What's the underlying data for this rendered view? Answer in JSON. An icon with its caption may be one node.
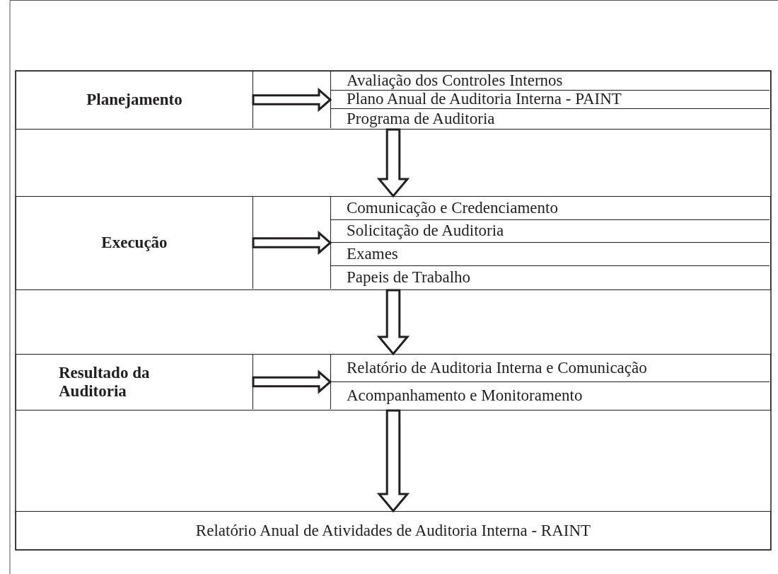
{
  "diagram": {
    "nodes": [
      {
        "text": [],
        "shape": "box"
      },
      {
        "text": [
          "Planejamento"
        ],
        "in": 0
      },
      {
        "text": [],
        "shape": "box",
        "in": 0
      },
      {
        "text": [
          "Avaliação dos Controles Internos"
        ],
        "in": 2
      },
      {
        "text": [
          "Plano Anual de Auditoria Interna - PAINT"
        ],
        "in": 2
      },
      {
        "text": [
          "Programa de Auditoria"
        ],
        "in": 2
      },
      {
        "text": [],
        "shape": "box"
      },
      {
        "text": [
          "Execução"
        ],
        "in": 6
      },
      {
        "text": [],
        "shape": "box",
        "in": 6
      },
      {
        "text": [
          "Comunicação e Credenciamento"
        ],
        "in": 8
      },
      {
        "text": [
          "Solicitação de Auditoria"
        ],
        "in": 8
      },
      {
        "text": [
          "Exames"
        ],
        "in": 8
      },
      {
        "text": [
          "Papeis de Trabalho"
        ],
        "in": 8
      },
      {
        "text": [],
        "shape": "box"
      },
      {
        "text": [
          "Resultado da Auditoria"
        ],
        "in": 13
      },
      {
        "text": [],
        "shape": "box",
        "in": 13
      },
      {
        "text": [
          "Relatório de Auditoria Interna e Comunicação"
        ],
        "in": 15
      },
      {
        "text": [
          "Acompanhamento e Monitoramento"
        ],
        "in": 15
      },
      {
        "text": [
          "Relatório Anual de Atividades de Auditoria Interna - RAINT"
        ]
      }
    ],
    "edges": [
      {
        "from": 1,
        "to": 2,
        "arrow": "to"
      },
      {
        "from": 0,
        "to": 6,
        "arrow": "to"
      },
      {
        "from": 7,
        "to": 8,
        "arrow": "to"
      },
      {
        "from": 6,
        "to": 13,
        "arrow": "to"
      },
      {
        "from": 14,
        "to": 15,
        "arrow": "to"
      },
      {
        "from": 13,
        "to": 18,
        "arrow": "to"
      }
    ]
  }
}
